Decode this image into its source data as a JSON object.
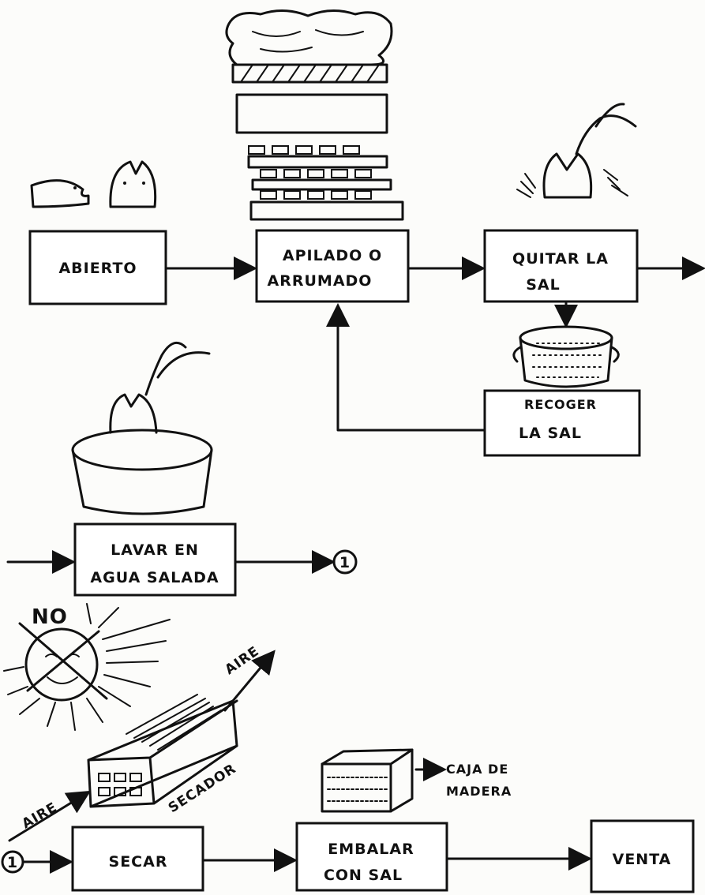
{
  "boxes": {
    "abierto": "ABIERTO",
    "apilado_1": "APILADO O",
    "apilado_2": "ARRUMADO",
    "quitar_1": "QUITAR LA",
    "quitar_2": "SAL",
    "recoger_1": "RECOGER",
    "recoger_2": "LA SAL",
    "lavar_1": "LAVAR  EN",
    "lavar_2": "AGUA SALADA",
    "secar": "SECAR",
    "embalar_1": "EMBALAR",
    "embalar_2": "CON  SAL",
    "venta": "VENTA"
  },
  "labels": {
    "connector": "1",
    "no": "NO",
    "aire_in": "AIRE",
    "aire_out": "AIRE",
    "secador": "SECADOR",
    "caja_1": "CAJA DE",
    "caja_2": "MADERA"
  },
  "colors": {
    "ink": "#111111",
    "paper": "#fcfcfa"
  }
}
